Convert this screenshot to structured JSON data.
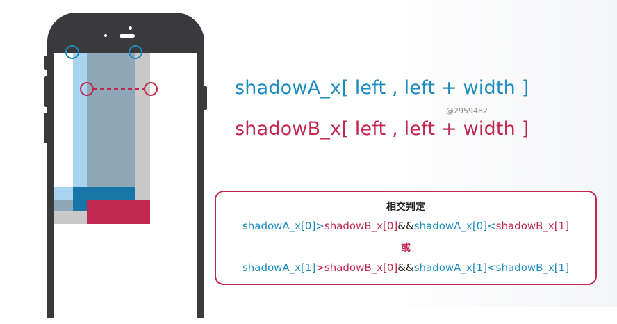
{
  "formulas": {
    "shadow_a": "shadowA_x[ left , left + width ]",
    "shadow_b": "shadowB_x[ left , left + width ]"
  },
  "watermark": "@2959482",
  "judge": {
    "title": "相交判定",
    "or_label": "或",
    "row1": {
      "a0": "shadowA_x[0]",
      "gt": ">",
      "b0": "shadowB_x[0]",
      "and": "&&",
      "a0b": "shadowA_x[0]",
      "lt": "<",
      "b1": "shadowB_x[1]"
    },
    "row2": {
      "a1": "shadowA_x[1]",
      "gt": ">",
      "b0": "shadowB_x[0]",
      "and": "&&",
      "a1b": "shadowA_x[1]",
      "lt": "<",
      "b1": "shadowB_x[1]"
    }
  },
  "colors": {
    "blue": "#1b8cbd",
    "red": "#c2274f",
    "phone": "#3a3a3c",
    "light_blue": "#a9d3ee",
    "gray": "#c8c8c8",
    "dark_blue": "#1775a8"
  }
}
